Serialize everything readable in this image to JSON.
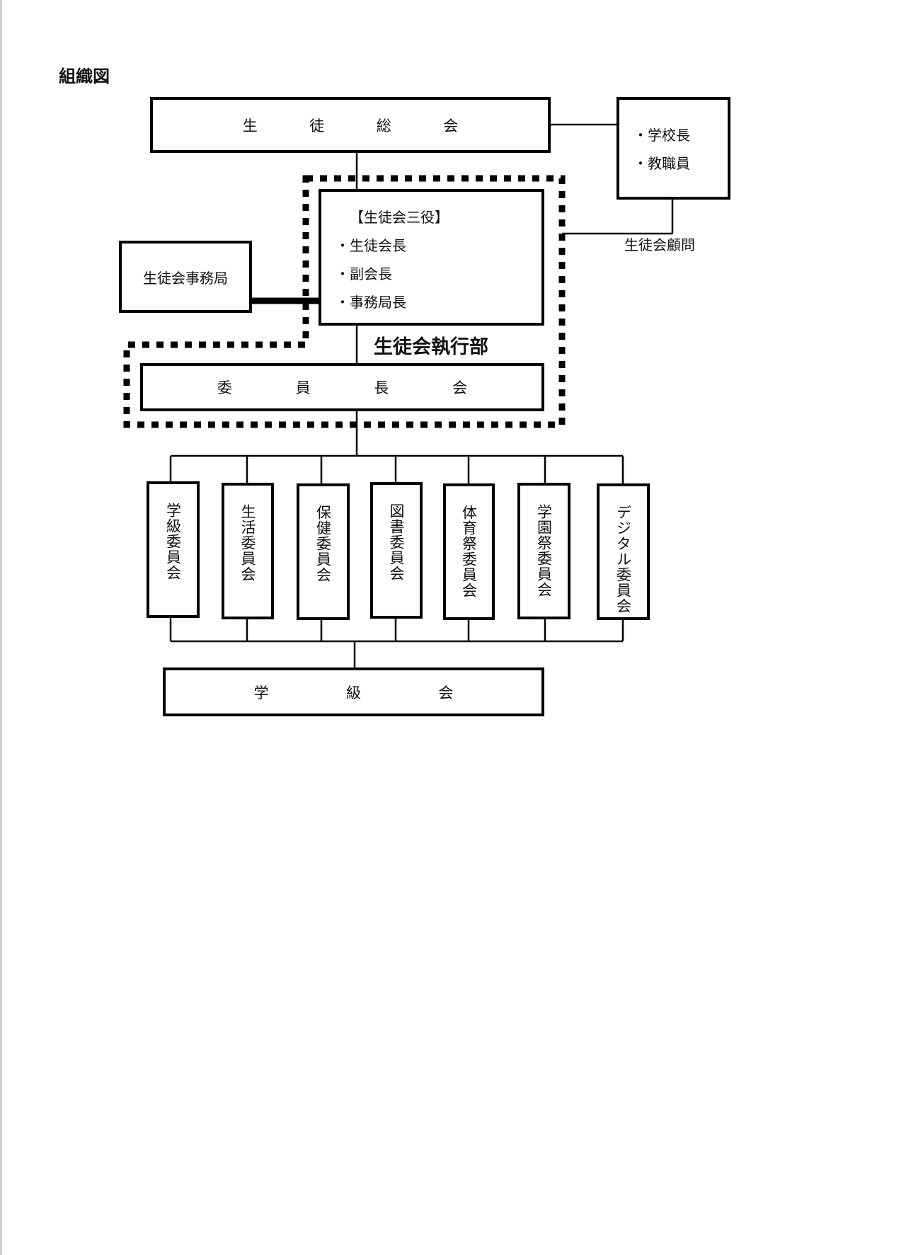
{
  "title": "組織図",
  "general_assembly": {
    "chars": [
      "生",
      "徒",
      "総",
      "会"
    ]
  },
  "staff": {
    "items": [
      "・学校長",
      "・教職員"
    ]
  },
  "advisor_label": "生徒会顧問",
  "secretariat": "生徒会事務局",
  "officers": {
    "heading": "【生徒会三役】",
    "items": [
      "・生徒会長",
      "・副会長",
      "・事務局長"
    ]
  },
  "executive_label": "生徒会執行部",
  "chairs_council": {
    "chars": [
      "委",
      "員",
      "長",
      "会"
    ]
  },
  "committees": [
    "学級委員会",
    "生活委員会",
    "保健委員会",
    "図書委員会",
    "体育祭委員会",
    "学園祭委員会",
    "デジタル委員会"
  ],
  "class_council": {
    "chars": [
      "学",
      "級",
      "会"
    ]
  }
}
